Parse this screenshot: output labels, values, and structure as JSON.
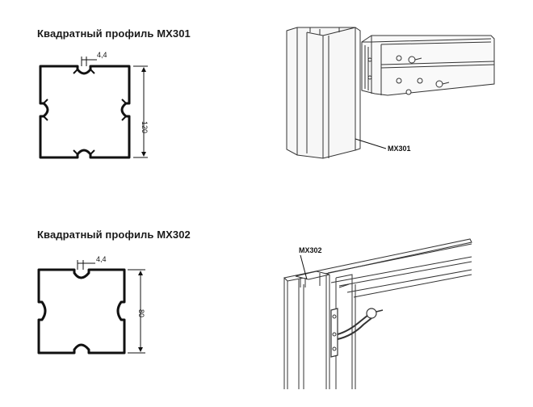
{
  "profile_1": {
    "title": "Квадратный профиль МХ301",
    "slot_dim": "4,4",
    "height_dim": "120",
    "callout": "MX301"
  },
  "profile_2": {
    "title": "Квадратный профиль МХ302",
    "slot_dim": "4,4",
    "height_dim": "80",
    "callout": "MX302"
  }
}
